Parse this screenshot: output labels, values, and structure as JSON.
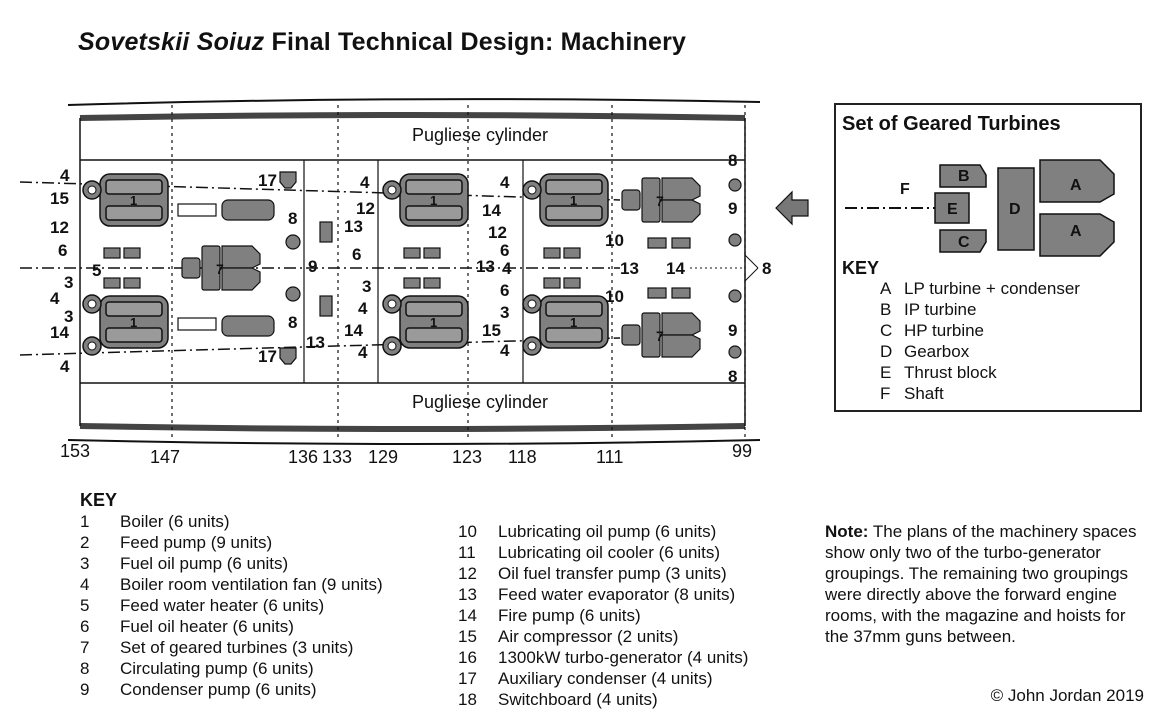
{
  "title": {
    "italic": "Sovetskii Soiuz",
    "rest": "Final Technical Design: Machinery"
  },
  "plan": {
    "cylinder_label": "Pugliese cylinder",
    "frames": [
      "153",
      "147",
      "136",
      "133",
      "129",
      "123",
      "118",
      "111",
      "99"
    ]
  },
  "inset": {
    "title": "Set of Geared Turbines",
    "key_heading": "KEY",
    "letters": [
      "A",
      "B",
      "C",
      "D",
      "E",
      "F"
    ],
    "key": [
      {
        "code": "A",
        "text": "LP turbine + condenser"
      },
      {
        "code": "B",
        "text": "IP turbine"
      },
      {
        "code": "C",
        "text": "HP turbine"
      },
      {
        "code": "D",
        "text": "Gearbox"
      },
      {
        "code": "E",
        "text": "Thrust block"
      },
      {
        "code": "F",
        "text": "Shaft"
      }
    ]
  },
  "key": {
    "heading": "KEY",
    "items": [
      {
        "n": "1",
        "text": "Boiler (6 units)"
      },
      {
        "n": "2",
        "text": "Feed pump (9 units)"
      },
      {
        "n": "3",
        "text": "Fuel oil pump (6 units)"
      },
      {
        "n": "4",
        "text": "Boiler room ventilation fan (9 units)"
      },
      {
        "n": "5",
        "text": "Feed water heater (6 units)"
      },
      {
        "n": "6",
        "text": "Fuel oil heater (6 units)"
      },
      {
        "n": "7",
        "text": "Set of geared turbines (3 units)"
      },
      {
        "n": "8",
        "text": "Circulating pump (6 units)"
      },
      {
        "n": "9",
        "text": "Condenser pump (6 units)"
      },
      {
        "n": "10",
        "text": "Lubricating oil pump (6 units)"
      },
      {
        "n": "11",
        "text": "Lubricating oil cooler (6 units)"
      },
      {
        "n": "12",
        "text": "Oil fuel transfer pump (3 units)"
      },
      {
        "n": "13",
        "text": "Feed water evaporator (8 units)"
      },
      {
        "n": "14",
        "text": "Fire pump (6 units)"
      },
      {
        "n": "15",
        "text": "Air compressor (2 units)"
      },
      {
        "n": "16",
        "text": "1300kW turbo-generator (4 units)"
      },
      {
        "n": "17",
        "text": "Auxiliary condenser (4 units)"
      },
      {
        "n": "18",
        "text": "Switchboard (4 units)"
      }
    ]
  },
  "note": {
    "label": "Note:",
    "text": "The plans of the machinery spaces show only two of the turbo-generator groupings. The remaining two groupings were directly above the forward engine rooms, with the magazine and hoists for the 37mm guns between."
  },
  "copyright": "© John Jordan 2019"
}
